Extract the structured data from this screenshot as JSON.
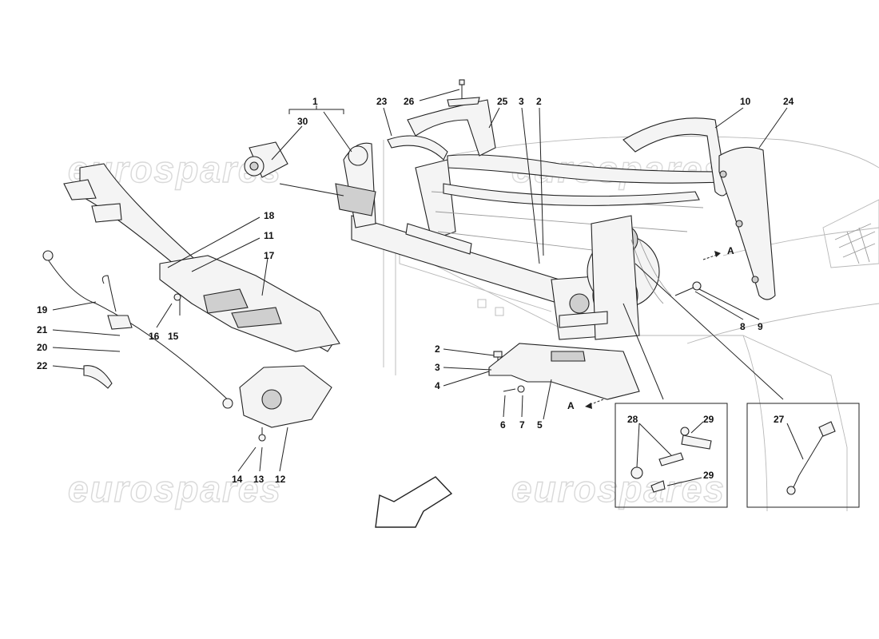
{
  "watermarks": [
    "eurospares",
    "eurospares",
    "eurospares",
    "eurospares"
  ],
  "labels": {
    "l1": "1",
    "l30": "30",
    "l23": "23",
    "l26": "26",
    "l25": "25",
    "l3a": "3",
    "l2a": "2",
    "l10": "10",
    "l24": "24",
    "l18": "18",
    "l11": "11",
    "l17": "17",
    "l19": "19",
    "l21": "21",
    "l20": "20",
    "l22": "22",
    "l16": "16",
    "l15": "15",
    "l2b": "2",
    "l3b": "3",
    "l4": "4",
    "l6": "6",
    "l7": "7",
    "l5": "5",
    "l14": "14",
    "l13": "13",
    "l12": "12",
    "l8": "8",
    "l9": "9",
    "l28": "28",
    "l29a": "29",
    "l29b": "29",
    "l27": "27"
  },
  "view_markers": {
    "a_upper": "A",
    "a_lower": "A"
  }
}
